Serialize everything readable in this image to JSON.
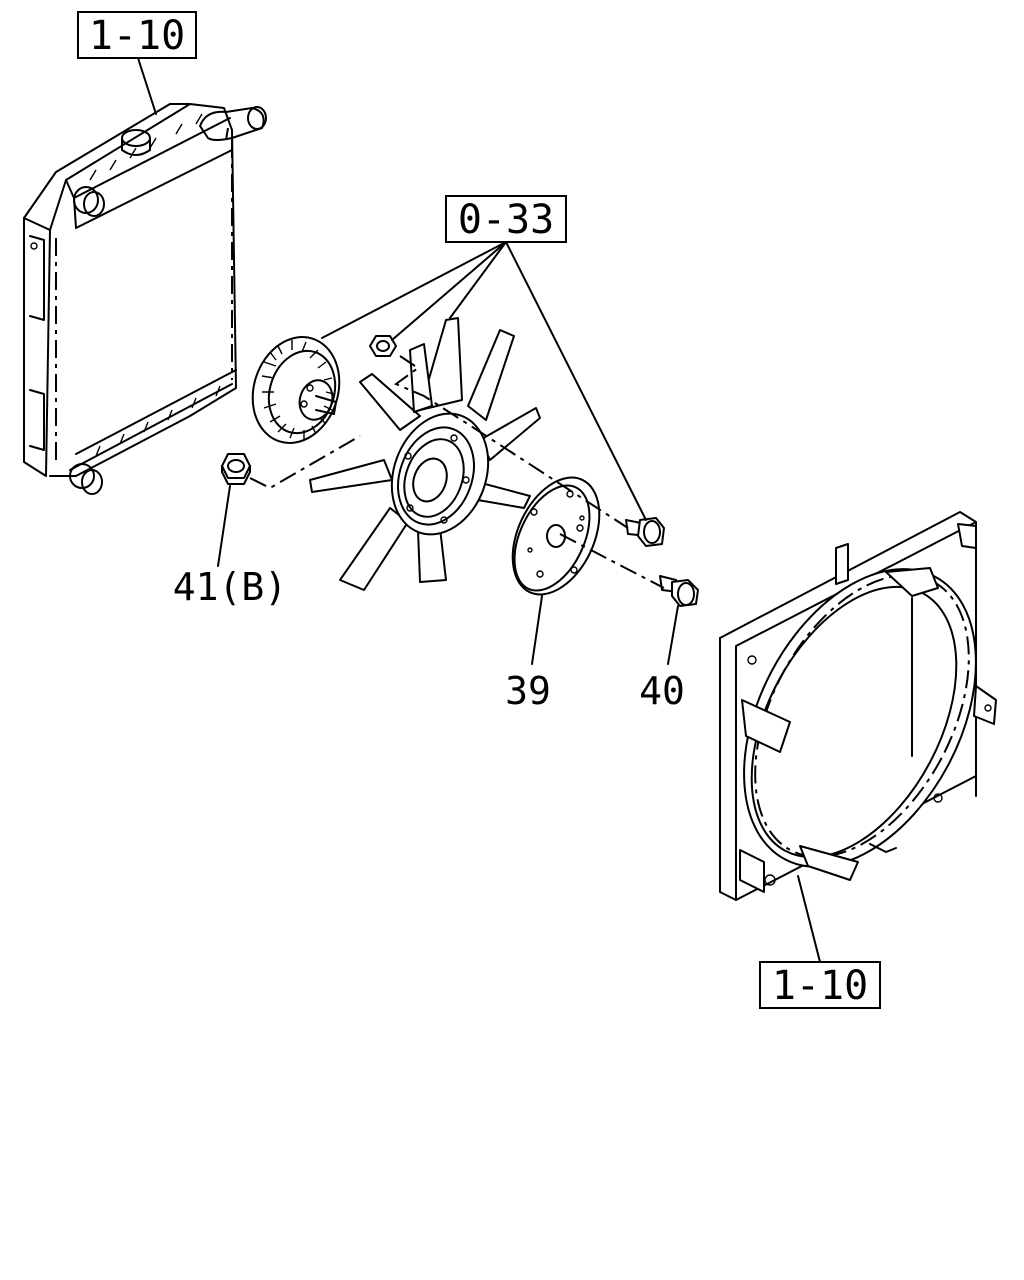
{
  "references": {
    "radiator_ref": "1-10",
    "fan_group_ref": "0-33",
    "shroud_ref": "1-10"
  },
  "callouts": {
    "nut": "41(B)",
    "spacer_plate": "39",
    "bolt": "40"
  }
}
